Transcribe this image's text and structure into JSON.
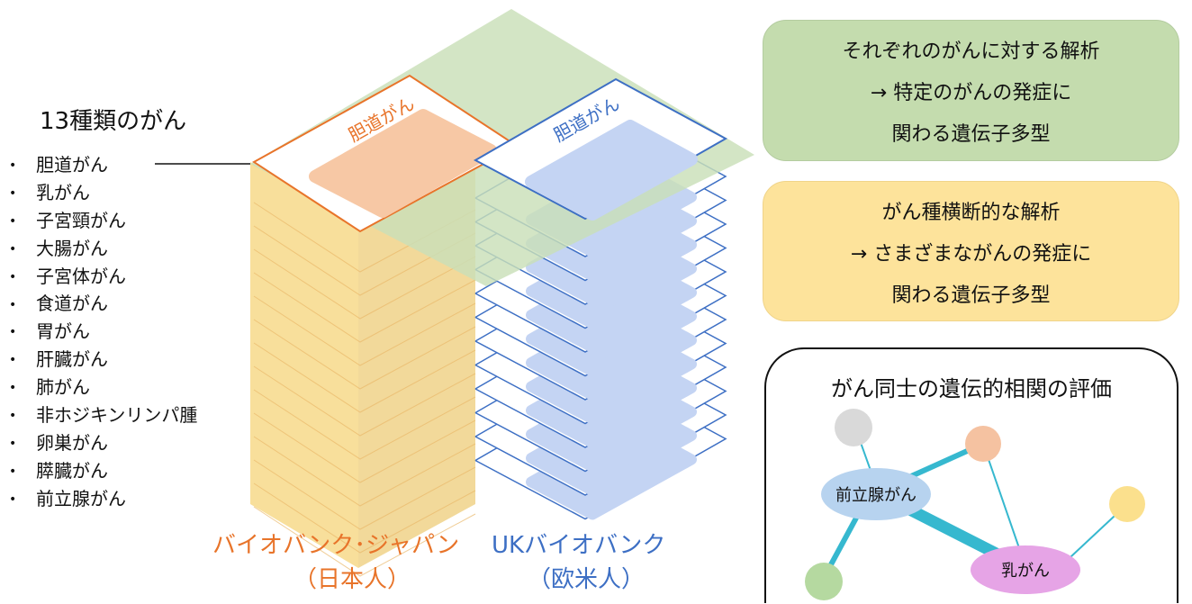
{
  "list": {
    "title": "13種類のがん",
    "items": [
      "胆道がん",
      "乳がん",
      "子宮頸がん",
      "大腸がん",
      "子宮体がん",
      "食道がん",
      "胃がん",
      "肝臓がん",
      "肺がん",
      "非ホジキンリンパ腫",
      "卵巣がん",
      "膵臓がん",
      "前立腺がん"
    ]
  },
  "stacks": {
    "japan_card_label": "胆道がん",
    "uk_card_label": "胆道がん",
    "japan_caption_line1": "バイオバンク･ジャパン",
    "japan_caption_line2": "（日本人）",
    "uk_caption_line1": "UKバイオバンク",
    "uk_caption_line2": "（欧米人）",
    "colors": {
      "japan": "#e8742a",
      "uk": "#3d6fc4",
      "japan_fill": "#f7d98a",
      "uk_fill": "#c4d4f3",
      "overlay": "#c9dfb8"
    }
  },
  "boxes": {
    "specific": {
      "line1": "それぞれのがんに対する解析",
      "line2": "→  特定のがんの発症に",
      "line3": "関わる遺伝子多型",
      "color": "#c4dcae"
    },
    "cross": {
      "line1": "がん種横断的な解析",
      "line2": "→ さまざまながんの発症に",
      "line3": "関わる遺伝子多型",
      "color": "#fde39b"
    }
  },
  "correlation": {
    "title": "がん同士の遺伝的相関の評価",
    "node_prostate": "前立腺がん",
    "node_breast": "乳がん",
    "colors": {
      "edge": "#36b8cf",
      "prostate": "#b7d3ef",
      "breast": "#e6a4e6",
      "gray": "#d9d9d9",
      "peach": "#f5c2a1",
      "yellow": "#fbe08d",
      "green": "#b5d9a0"
    }
  }
}
